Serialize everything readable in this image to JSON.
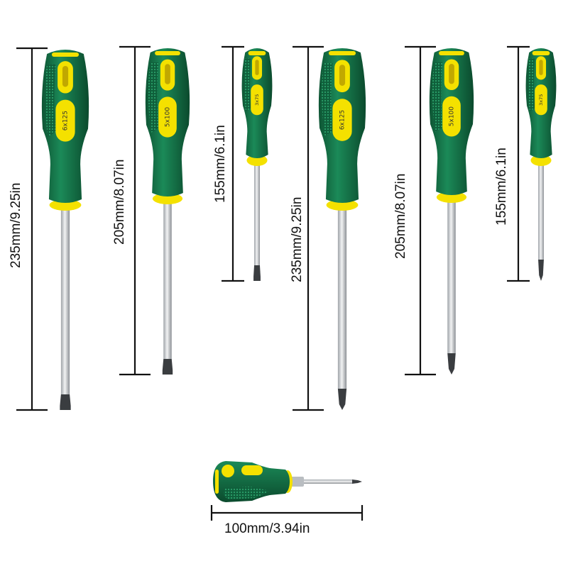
{
  "colors": {
    "handle_green": "#17724a",
    "handle_green_dark": "#0e5534",
    "grip_yellow": "#f4e100",
    "shaft_silver": "#c9cdd1",
    "tip_dark": "#3a3d40",
    "dimension_line": "#111111"
  },
  "screwdrivers": [
    {
      "id": "sd1",
      "tip": "slotted",
      "size_marking": "6x125",
      "dimension_label": "235mm/9.25in"
    },
    {
      "id": "sd2",
      "tip": "slotted",
      "size_marking": "5x100",
      "dimension_label": "205mm/8.07in"
    },
    {
      "id": "sd3",
      "tip": "slotted",
      "size_marking": "3x75",
      "dimension_label": "155mm/6.1in"
    },
    {
      "id": "sd4",
      "tip": "phillips",
      "size_marking": "6x125",
      "dimension_label": "235mm/9.25in"
    },
    {
      "id": "sd5",
      "tip": "phillips",
      "size_marking": "5x100",
      "dimension_label": "205mm/8.07in"
    },
    {
      "id": "sd6",
      "tip": "phillips",
      "size_marking": "3x75",
      "dimension_label": "155mm/6.1in"
    }
  ],
  "stubby": {
    "tip": "phillips",
    "dimension_label": "100mm/3.94in"
  }
}
